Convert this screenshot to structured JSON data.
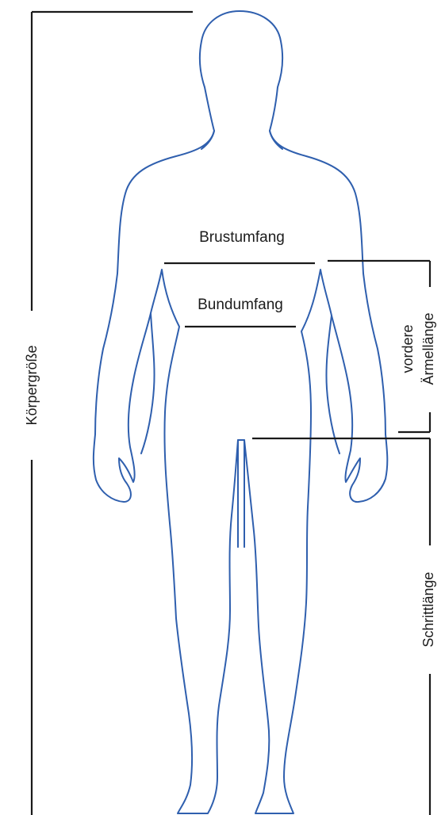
{
  "labels": {
    "koerpergroesse": "Körpergröße",
    "brustumfang": "Brustumfang",
    "bundumfang": "Bundumfang",
    "armlaenge_line1": "vordere",
    "armlaenge_line2": "Ärmellänge",
    "schrittlaenge": "Schrittlänge"
  },
  "colors": {
    "outline": "#2f5fae",
    "measure_lines": "#1a1a1a"
  }
}
